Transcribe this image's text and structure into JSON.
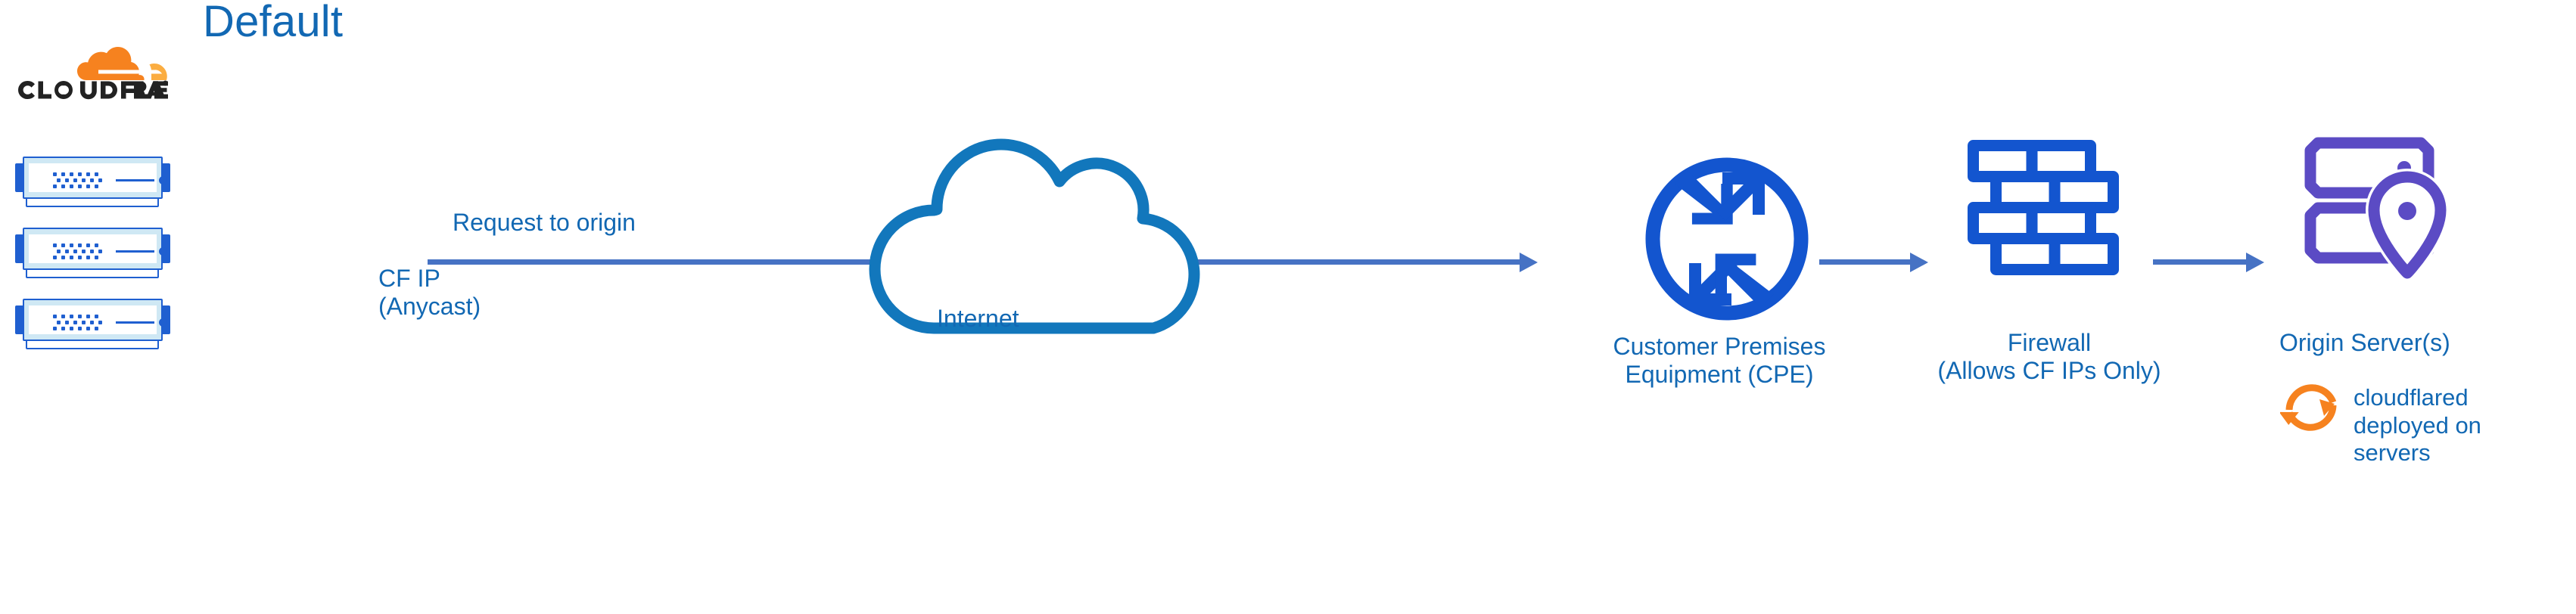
{
  "title": "Default",
  "colors": {
    "label_blue": "#1268B3",
    "cloud_stroke": "#1277BC",
    "arrow_blue": "#4672C4",
    "device_blue": "#1F5FD0",
    "device_fill": "#CFE8F4",
    "origin_purple": "#5B4BC4",
    "cloudflare_orange": "#F6821F",
    "cloudflare_orange_light": "#FBAD41",
    "wordmark_black": "#222222"
  },
  "logo": {
    "name": "cloudflare-logo",
    "wordmark": "CLOUDFLARE",
    "trademark": "®"
  },
  "nodes": {
    "cloudflare_edge": {
      "icon": "server-appliance-icon",
      "count": 3,
      "label_primary": "CF IP",
      "label_secondary": "(Anycast)"
    },
    "internet": {
      "icon": "cloud-icon",
      "label": "Internet"
    },
    "cpe": {
      "icon": "router-icon",
      "label_line1": "Customer Premises",
      "label_line2": "Equipment (CPE)"
    },
    "firewall": {
      "icon": "brick-wall-icon",
      "label_line1": "Firewall",
      "label_line2": "(Allows CF IPs Only)"
    },
    "origin": {
      "icon": "server-rack-pin-icon",
      "label": "Origin Server(s)",
      "annotation_icon": "sync-refresh-icon",
      "annotation_line1": "cloudflared",
      "annotation_line2": "deployed on",
      "annotation_line3": "servers"
    }
  },
  "flows": [
    {
      "name": "edge-to-cpe",
      "label": "Request to origin"
    },
    {
      "name": "cpe-to-firewall",
      "label": ""
    },
    {
      "name": "firewall-to-origin",
      "label": ""
    }
  ]
}
